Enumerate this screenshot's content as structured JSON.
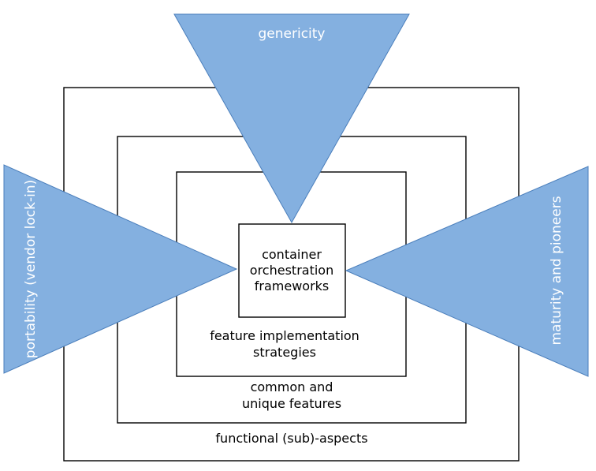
{
  "colors": {
    "triangle_fill": "#84b0e0",
    "triangle_stroke": "#4a7ebb",
    "box_stroke": "#000000"
  },
  "layers": {
    "outer": "functional (sub)-aspects",
    "second_line1": "common and",
    "second_line2": "unique features",
    "third_line1": "feature implementation",
    "third_line2": "strategies",
    "core_line1": "container",
    "core_line2": "orchestration",
    "core_line3": "frameworks"
  },
  "dimensions": {
    "top": "genericity",
    "left": "portability (vendor lock-in)",
    "right": "maturity and pioneers"
  }
}
